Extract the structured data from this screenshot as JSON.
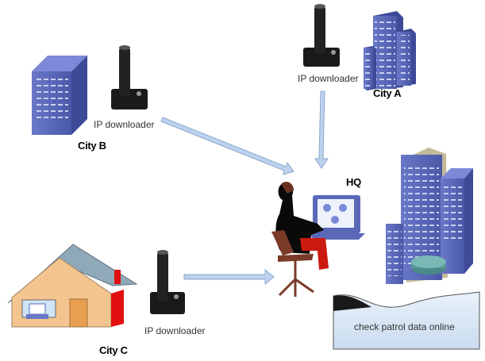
{
  "diagram": {
    "nodes": [
      {
        "id": "city-a",
        "label": "City A",
        "device_label": "IP downloader",
        "kind": "office-towers"
      },
      {
        "id": "city-b",
        "label": "City B",
        "device_label": "IP downloader",
        "kind": "office-block"
      },
      {
        "id": "city-c",
        "label": "City C",
        "device_label": "IP downloader",
        "kind": "house"
      },
      {
        "id": "hq",
        "label": "HQ",
        "kind": "operator-workstation"
      },
      {
        "id": "datacenter",
        "label": "check patrol data online",
        "kind": "server-building-with-router"
      }
    ],
    "edges": [
      {
        "from": "city-b",
        "to": "hq"
      },
      {
        "from": "city-a",
        "to": "hq"
      },
      {
        "from": "city-c",
        "to": "hq"
      }
    ],
    "colors": {
      "arrow_fill": "#bcd2ee",
      "arrow_stroke": "#8aa8cc",
      "building": "#5a68b8",
      "house_wall": "#f3c48e",
      "roof": "#8fa9b8",
      "banner": "#d8e6f4"
    }
  }
}
